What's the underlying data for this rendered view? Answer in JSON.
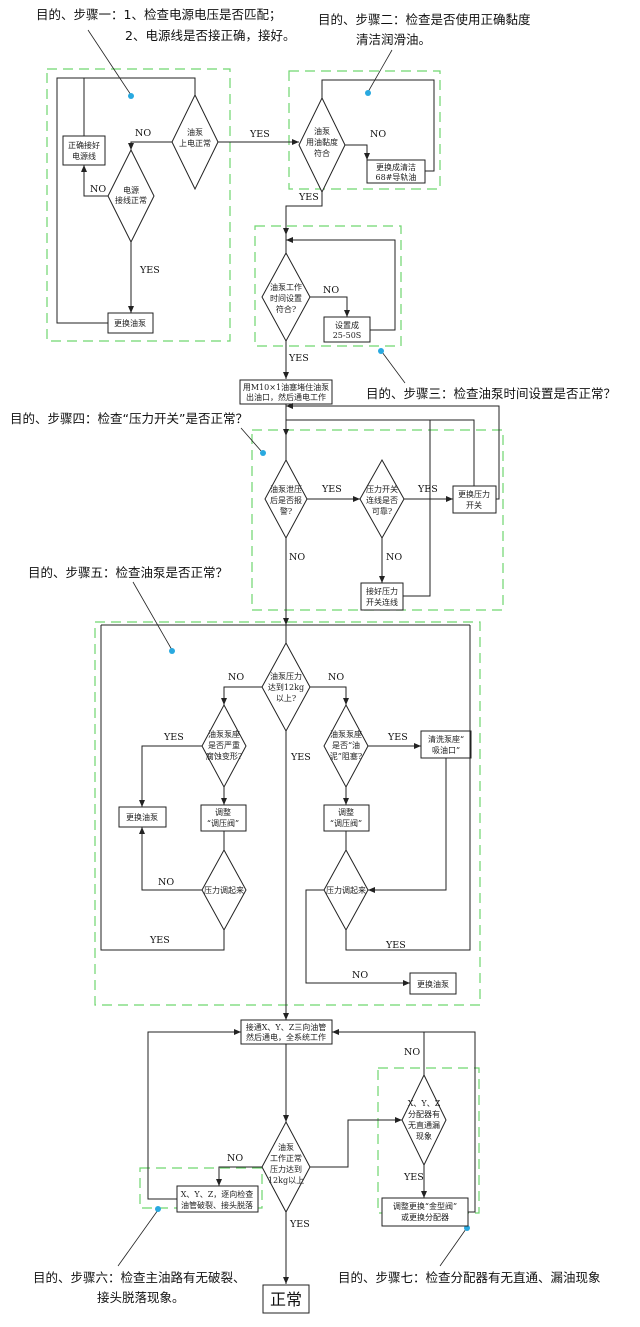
{
  "goals": {
    "step1_line1": "目的、步骤一：1、检查电源电压是否匹配；",
    "step1_line2": "2、电源线是否接正确，接好。",
    "step2_line1": "目的、步骤二：检查是否使用正确黏度",
    "step2_line2": "清洁润滑油。",
    "step3": "目的、步骤三：检查油泵时间设置是否正常？",
    "step4": "目的、步骤四：检查“压力开关”是否正常？",
    "step5": "目的、步骤五：检查油泵是否正常？",
    "step6_line1": "目的、步骤六：检查主油路有无破裂、",
    "step6_line2": "接头脱落现象。",
    "step7": "目的、步骤七：检查分配器有无直通、漏油现象"
  },
  "decisions": {
    "d1": [
      "油泵",
      "上电正常"
    ],
    "d2": [
      "电源",
      "接线正常"
    ],
    "d3": [
      "油泵",
      "用油黏度",
      "符合"
    ],
    "d4": [
      "油泵工作",
      "时间设置",
      "符合?"
    ],
    "d5": [
      "油泵泄压",
      "后是否报",
      "警?"
    ],
    "d6": [
      "压力开关",
      "连线是否",
      "可靠?"
    ],
    "d7": [
      "油泵压力",
      "达到12kg",
      "以上?"
    ],
    "d8": [
      "油泵泵座",
      "是否严重",
      "腐蚀变形?"
    ],
    "d9": [
      "油泵泵座",
      "是否“油",
      "泥”阻塞?"
    ],
    "d10": [
      "压力调起来"
    ],
    "d11": [
      "压力调起来"
    ],
    "d12": [
      "油泵",
      "工作正常",
      "压力达到",
      "12kg以上"
    ],
    "d13": [
      "X、Y、Z",
      "分配器有",
      "无直通漏",
      "现象"
    ]
  },
  "processes": {
    "p1": [
      "正确接好",
      "电源线"
    ],
    "p2": [
      "更换油泵"
    ],
    "p3": [
      "更换成清洁",
      "68#导轨油"
    ],
    "p4": [
      "设置成",
      "25-50S"
    ],
    "p5": [
      "用M10×1油塞堵住油泵",
      "出油口，然后通电工作"
    ],
    "p6": [
      "更换压力",
      "开关"
    ],
    "p7": [
      "接好压力",
      "开关连线"
    ],
    "p8": [
      "更换油泵"
    ],
    "p9": [
      "调整",
      "“调压阀”"
    ],
    "p10": [
      "调整",
      "“调压阀”"
    ],
    "p11": [
      "清洗泵座“",
      "吸油口”"
    ],
    "p12": [
      "更换油泵"
    ],
    "p13": [
      "接通X、Y、Z三向油管",
      "然后通电，全系统工作"
    ],
    "p14": [
      "X、Y、Z，逐向检查",
      "油管破裂、接头脱落"
    ],
    "p15": [
      "调整更换“金型阀”",
      "或更换分配器"
    ]
  },
  "labels": {
    "yes": "YES",
    "no": "NO"
  },
  "end": "正常",
  "colors": {
    "group_border": "#6fd66f",
    "marker_dot": "#29a9e0",
    "line": "#222222"
  }
}
